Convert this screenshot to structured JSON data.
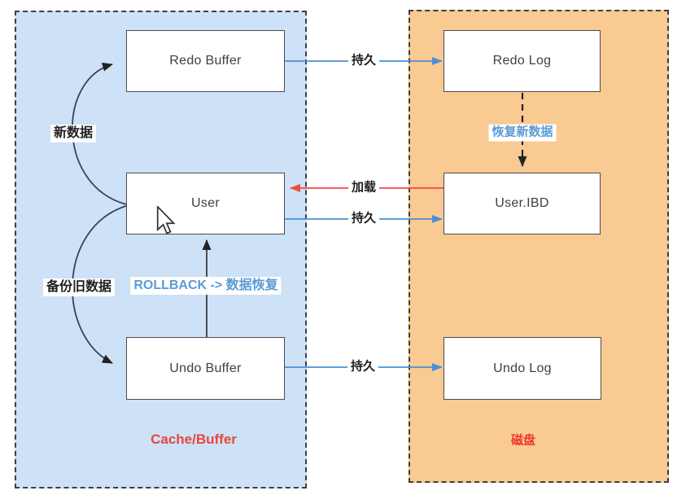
{
  "regions": {
    "cache": {
      "caption": "Cache/Buffer"
    },
    "disk": {
      "caption": "磁盘"
    }
  },
  "nodes": {
    "redo_buffer": {
      "label": "Redo Buffer"
    },
    "user": {
      "label": "User"
    },
    "undo_buffer": {
      "label": "Undo Buffer"
    },
    "redo_log": {
      "label": "Redo Log"
    },
    "user_ibd": {
      "label": "User.IBD"
    },
    "undo_log": {
      "label": "Undo Log"
    }
  },
  "edges": {
    "redo_persist": {
      "label": "持久",
      "from": "Redo Buffer",
      "to": "Redo Log"
    },
    "load": {
      "label": "加载",
      "from": "User.IBD",
      "to": "User"
    },
    "user_persist": {
      "label": "持久",
      "from": "User",
      "to": "User.IBD"
    },
    "undo_persist": {
      "label": "持久",
      "from": "Undo Buffer",
      "to": "Undo Log"
    },
    "recover_new_data": {
      "label": "恢复新数据",
      "from": "Redo Log",
      "to": "User.IBD"
    },
    "rollback": {
      "label": "ROLLBACK -> 数据恢复",
      "from": "Undo Buffer",
      "to": "User"
    },
    "new_data": {
      "label": "新数据",
      "from": "User",
      "to": "Redo Buffer"
    },
    "backup_old_data": {
      "label": "备份旧数据",
      "from": "User",
      "to": "Undo Buffer"
    }
  },
  "icons": {
    "cursor": "mouse-pointer-icon"
  },
  "colors": {
    "cache_region_bg": "#cde1f7",
    "disk_region_bg": "#f9ca92",
    "region_border": "#3f3f3f",
    "box_border": "#4c4c4c",
    "box_text": "#3f3f3f",
    "blue_arrow": "#4a8fd4",
    "red_arrow": "#f04a3c",
    "black_line": "#333333",
    "blue_label_text": "#5b9bd5",
    "red_label_text": "#ea463a",
    "dark_label_text": "#1f1f1f"
  }
}
